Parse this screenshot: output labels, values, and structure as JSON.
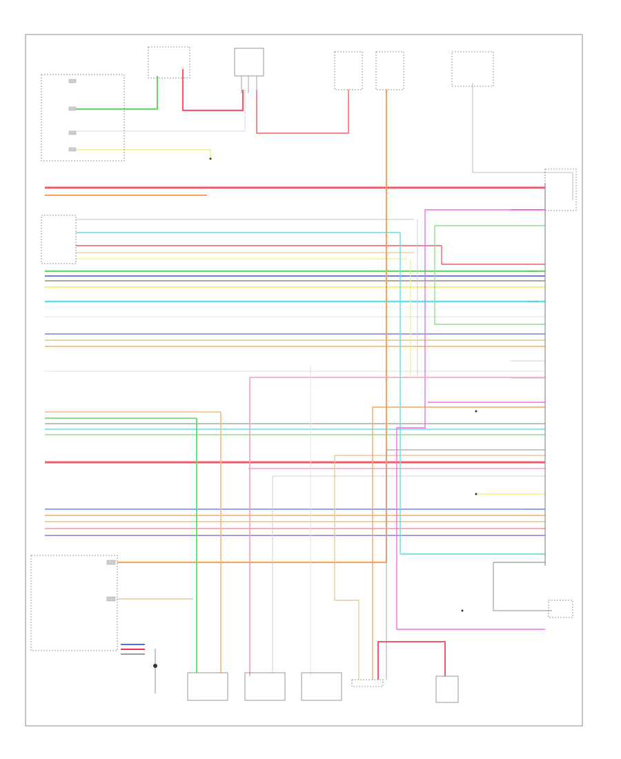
{
  "diagram": {
    "title": "",
    "page_label": "",
    "components": [
      {
        "id": "lf-door-lock-actuator",
        "label": ""
      },
      {
        "id": "door-unlock-relay",
        "label": ""
      },
      {
        "id": "door-lock-relay",
        "label": ""
      },
      {
        "id": "body-control-module",
        "label": ""
      },
      {
        "id": "combination-meter",
        "label": ""
      },
      {
        "id": "lf-wheel-speed-sensor",
        "label": ""
      },
      {
        "id": "rf-wheel-speed-sensor",
        "label": ""
      },
      {
        "id": "lr-wheel-speed-sensor",
        "label": ""
      },
      {
        "id": "junction-block",
        "label": ""
      },
      {
        "id": "remote-keyless-receiver",
        "label": ""
      },
      {
        "id": "brake-switch",
        "label": ""
      },
      {
        "id": "fuse-box-1",
        "label": ""
      },
      {
        "id": "fuse-box-2",
        "label": ""
      },
      {
        "id": "fuse-box-3",
        "label": ""
      }
    ],
    "legend": [
      {
        "color": "#4a6cf7",
        "label": ""
      },
      {
        "color": "#e8344a",
        "label": ""
      },
      {
        "color": "#9a9a9a",
        "label": ""
      }
    ],
    "wire_colors": {
      "red": "#f25a6a",
      "green": "#5fdc5f",
      "blue": "#6c78f0",
      "cyan": "#5fe0e8",
      "yellow": "#f5ef7a",
      "orange": "#f5a55a",
      "tan": "#e8c89a",
      "pink": "#f08ad0",
      "gray": "#a8a8a8",
      "magenta": "#f06cd8",
      "lightgray": "#cfcfcf"
    }
  }
}
